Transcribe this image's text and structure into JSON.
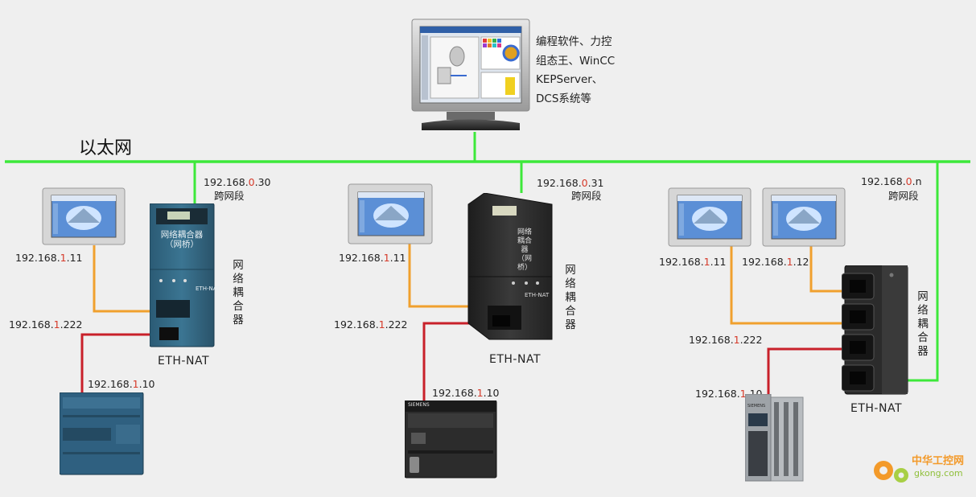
{
  "network_label": "以太网",
  "pc": {
    "software_lines": [
      "编程软件、力控",
      "组态王、WinCC",
      "KEPServer、",
      "DCS系统等"
    ]
  },
  "groups": [
    {
      "coupler_ip": {
        "prefix": "192.168.",
        "highlight": "0",
        "suffix": ".30"
      },
      "cross_segment": "跨网段",
      "coupler_label": "网络耦合器",
      "model": "ETH-NAT",
      "coupler_body_text": [
        "网络耦合器",
        "（网桥）"
      ],
      "coupler_small_text": "ETH-NAT",
      "hmis": [
        {
          "prefix": "192.168.",
          "highlight": "1",
          "suffix": ".11"
        }
      ],
      "coupler_lan_ip": {
        "prefix": "192.168.",
        "highlight": "1",
        "suffix": ".222"
      },
      "plc_ip": {
        "prefix": "192.168.",
        "highlight": "1",
        "suffix": ".10"
      }
    },
    {
      "coupler_ip": {
        "prefix": "192.168.",
        "highlight": "0",
        "suffix": ".31"
      },
      "cross_segment": "跨网段",
      "coupler_label": "网络耦合器",
      "model": "ETH-NAT",
      "coupler_body_text": [
        "网络耦合器",
        "（网桥）"
      ],
      "coupler_small_text": "ETH-NAT",
      "hmis": [
        {
          "prefix": "192.168.",
          "highlight": "1",
          "suffix": ".11"
        }
      ],
      "coupler_lan_ip": {
        "prefix": "192.168.",
        "highlight": "1",
        "suffix": ".222"
      },
      "plc_ip": {
        "prefix": "192.168.",
        "highlight": "1",
        "suffix": ".10"
      },
      "plc_brand": "SIEMENS"
    },
    {
      "coupler_ip": {
        "prefix": "192.168.",
        "highlight": "0",
        "suffix": ".n"
      },
      "cross_segment": "跨网段",
      "coupler_label": "网络耦合器",
      "model": "ETH-NAT",
      "hmis": [
        {
          "prefix": "192.168.",
          "highlight": "1",
          "suffix": ".11"
        },
        {
          "prefix": "192.168.",
          "highlight": "1",
          "suffix": ".12"
        }
      ],
      "coupler_lan_ip": {
        "prefix": "192.168.",
        "highlight": "1",
        "suffix": ".222"
      },
      "plc_ip": {
        "prefix": "192.168.",
        "highlight": "1",
        "suffix": ".10"
      },
      "plc_brand": "SIEMENS"
    }
  ],
  "watermark": {
    "cn": "中华工控网",
    "url": "gkong.com"
  },
  "colors": {
    "ethernet_line": "#3de83a",
    "hmi_line": "#f0a02e",
    "plc_line": "#c8202a",
    "ip_highlight": "#d63a2a"
  }
}
